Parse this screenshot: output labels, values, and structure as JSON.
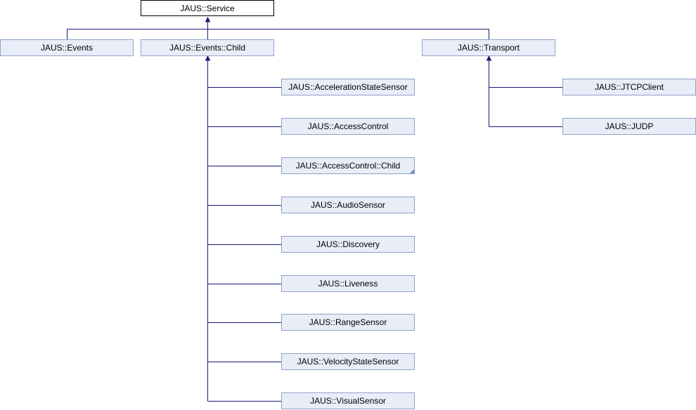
{
  "diagram": {
    "nodes": {
      "service": "JAUS::Service",
      "events": "JAUS::Events",
      "events_child": "JAUS::Events::Child",
      "transport": "JAUS::Transport",
      "acceleration_state_sensor": "JAUS::AccelerationStateSensor",
      "access_control": "JAUS::AccessControl",
      "access_control_child": "JAUS::AccessControl::Child",
      "audio_sensor": "JAUS::AudioSensor",
      "discovery": "JAUS::Discovery",
      "liveness": "JAUS::Liveness",
      "range_sensor": "JAUS::RangeSensor",
      "velocity_state_sensor": "JAUS::VelocityStateSensor",
      "visual_sensor": "JAUS::VisualSensor",
      "jtcp_client": "JAUS::JTCPClient",
      "judp": "JAUS::JUDP"
    }
  },
  "colors": {
    "node_fill": "#e8edf8",
    "node_border": "#8ea2c7",
    "edge": "#191970"
  }
}
